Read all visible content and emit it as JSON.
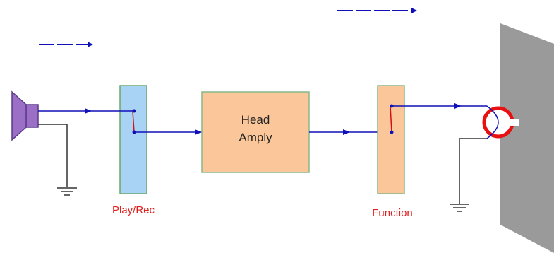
{
  "diagram": {
    "blocks": {
      "play_rec": {
        "label": "Play/Rec",
        "fill": "#a9d3f5",
        "stroke": "#6aa86a"
      },
      "head_amp": {
        "label_line1": "Head",
        "label_line2": "Amply",
        "fill": "#fbc79a",
        "stroke": "#88b888"
      },
      "function": {
        "label": "Function",
        "fill": "#fbc79a",
        "stroke": "#88b888"
      }
    },
    "colors": {
      "signal_wire": "#1010b8",
      "ground_wire": "#333333",
      "switch_link": "#d01010",
      "speaker_fill": "#9b6fc6",
      "speaker_stroke": "#5a3a8a",
      "head_ring": "#e81010",
      "panel": "#9a9a9a",
      "label_text": "#e02020"
    },
    "icons": [
      "speaker-icon",
      "ground-icon",
      "tape-head-icon"
    ]
  }
}
